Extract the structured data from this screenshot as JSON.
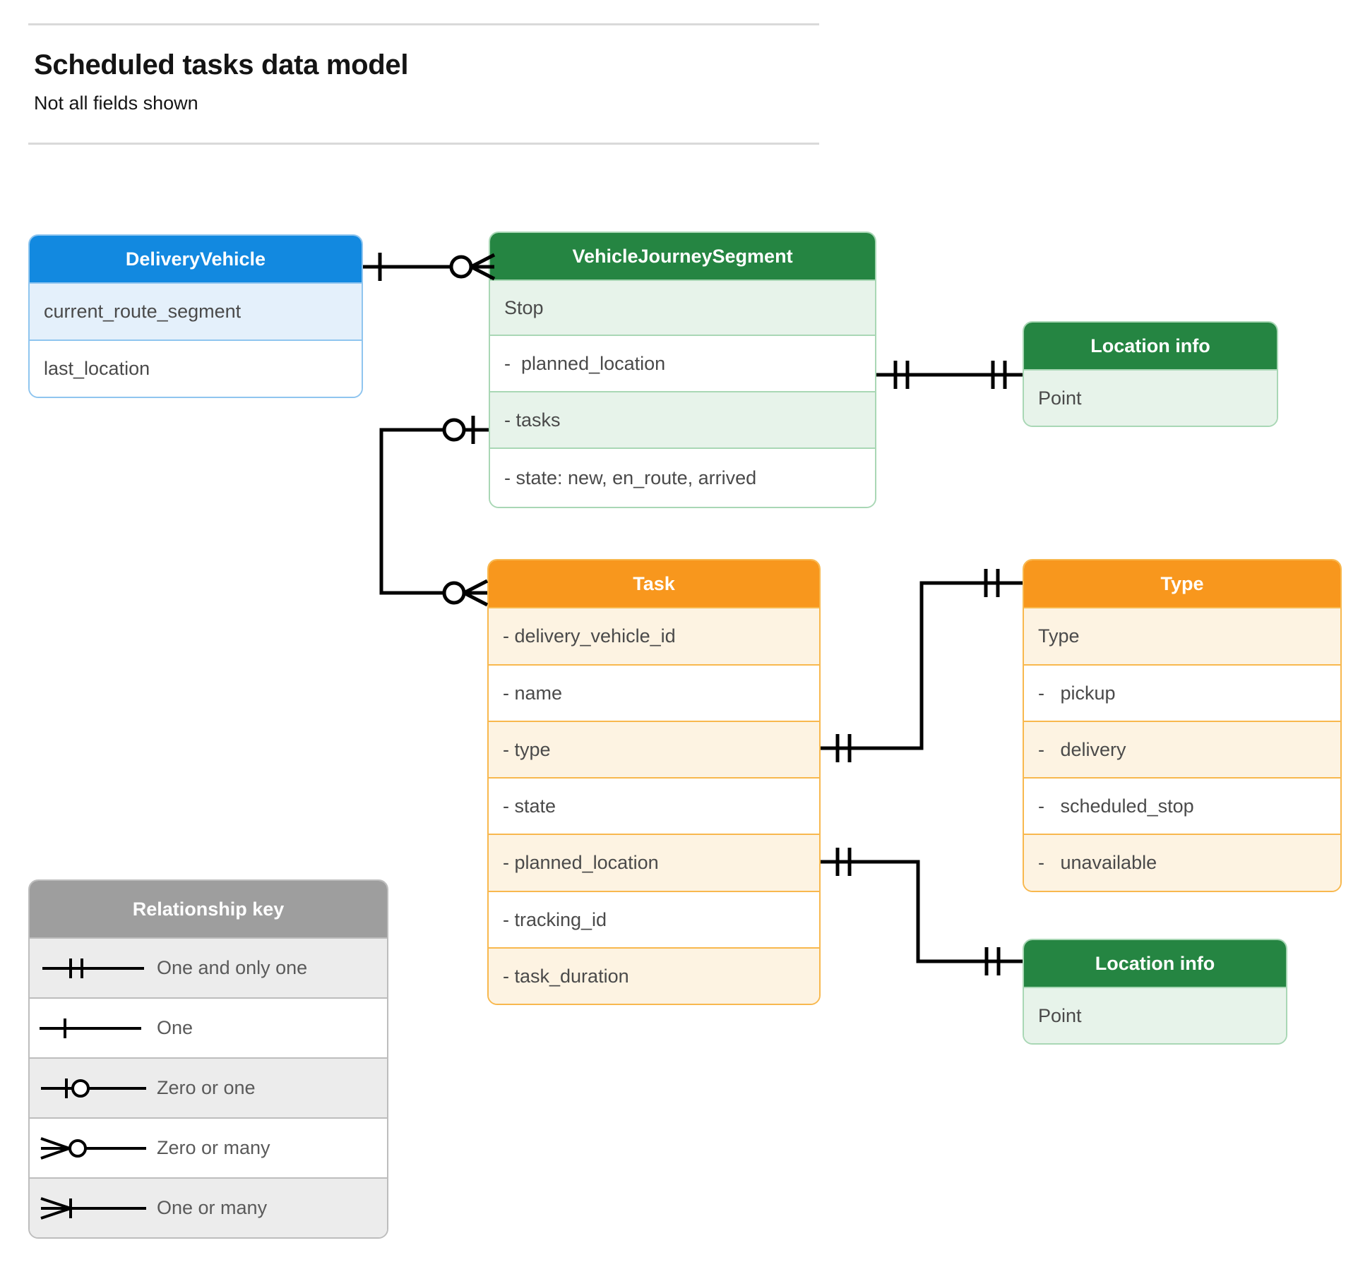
{
  "header": {
    "title": "Scheduled tasks data model",
    "subtitle": "Not all fields shown"
  },
  "entities": {
    "delivery_vehicle": {
      "title": "DeliveryVehicle",
      "color": "#1289e0",
      "rows": [
        "current_route_segment",
        "last_location"
      ]
    },
    "vehicle_journey_segment": {
      "title": "VehicleJourneySegment",
      "color": "#258542",
      "rows": [
        "Stop",
        "-  planned_location",
        "- tasks",
        "- state: new, en_route, arrived"
      ]
    },
    "location_info_top": {
      "title": "Location info",
      "color": "#258542",
      "rows": [
        "Point"
      ]
    },
    "location_info_bottom": {
      "title": "Location info",
      "color": "#258542",
      "rows": [
        "Point"
      ]
    },
    "task": {
      "title": "Task",
      "color": "#f8971d",
      "rows": [
        "- delivery_vehicle_id",
        "- name",
        "- type",
        "- state",
        "- planned_location",
        "- tracking_id",
        "- task_duration"
      ]
    },
    "type": {
      "title": "Type",
      "color": "#f8971d",
      "rows": [
        "Type",
        "-   pickup",
        "-   delivery",
        "-   scheduled_stop",
        "-   unavailable"
      ]
    }
  },
  "legend": {
    "title": "Relationship key",
    "items": [
      {
        "symbol": "one-and-only-one",
        "label": "One and only one"
      },
      {
        "symbol": "one",
        "label": "One"
      },
      {
        "symbol": "zero-or-one",
        "label": "Zero or one"
      },
      {
        "symbol": "zero-or-many",
        "label": "Zero or many"
      },
      {
        "symbol": "one-or-many",
        "label": "One or many"
      }
    ]
  },
  "relationships": [
    {
      "from": "delivery_vehicle",
      "from_cardinality": "one",
      "to": "vehicle_journey_segment",
      "to_cardinality": "zero-or-many"
    },
    {
      "from": "vehicle_journey_segment.planned_location",
      "from_cardinality": "one-and-only-one",
      "to": "location_info_top",
      "to_cardinality": "one-and-only-one"
    },
    {
      "from": "vehicle_journey_segment.tasks",
      "from_cardinality": "zero-or-one",
      "to": "task",
      "to_cardinality": "zero-or-many"
    },
    {
      "from": "task.type",
      "from_cardinality": "one-and-only-one",
      "to": "type",
      "to_cardinality": "one-and-only-one"
    },
    {
      "from": "task.planned_location",
      "from_cardinality": "one-and-only-one",
      "to": "location_info_bottom",
      "to_cardinality": "one-and-only-one"
    }
  ]
}
